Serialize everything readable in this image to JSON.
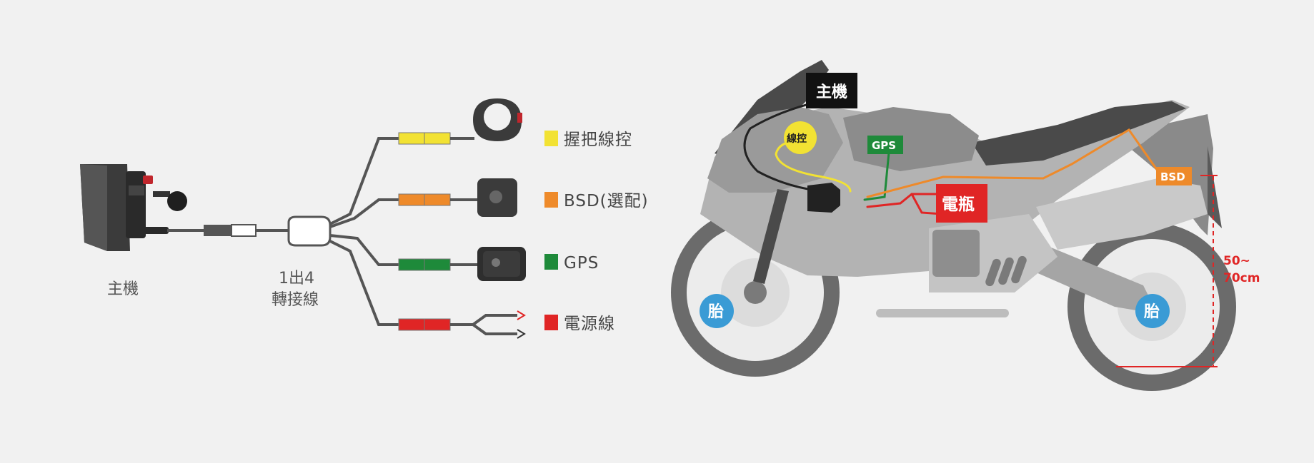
{
  "left_diagram": {
    "main_unit_label": "主機",
    "splitter_label_line1": "1出4",
    "splitter_label_line2": "轉接線",
    "legend": [
      {
        "color": "#f2e233",
        "text": "握把線控"
      },
      {
        "color": "#ee8a2a",
        "text": "BSD(選配)"
      },
      {
        "color": "#1e8a3a",
        "text": "GPS"
      },
      {
        "color": "#e02525",
        "text": "電源線"
      }
    ]
  },
  "motorcycle_diagram": {
    "host_tag": "主機",
    "remote_tag": "線控",
    "gps_tag": "GPS",
    "battery_tag": "電瓶",
    "bsd_tag": "BSD",
    "tire_front": "胎",
    "tire_rear": "胎",
    "height_line1": "50~",
    "height_line2": "70cm"
  },
  "colors": {
    "background": "#f1f1f1",
    "remote_wire": "#f2e233",
    "bsd_wire": "#ee8a2a",
    "gps_wire": "#1e8a3a",
    "power_wire": "#e02525",
    "tire_badge": "#3a9bd5",
    "measure_line": "#e02525"
  }
}
